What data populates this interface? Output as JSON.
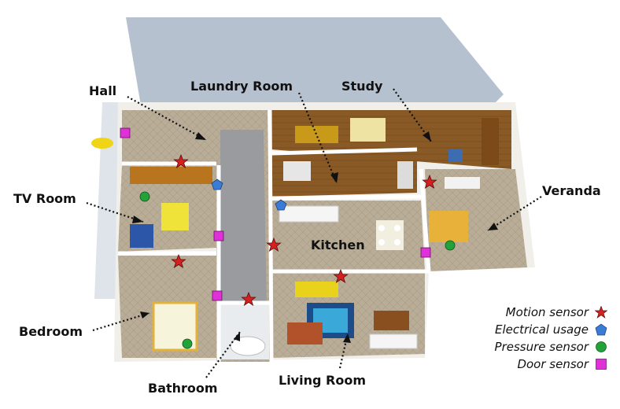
{
  "rooms": {
    "hall": "Hall",
    "laundry": "Laundry Room",
    "study": "Study",
    "tv_room": "TV Room",
    "veranda": "Veranda",
    "kitchen": "Kitchen",
    "bedroom": "Bedroom",
    "bathroom": "Bathroom",
    "living_room": "Living Room"
  },
  "legend": {
    "motion": "Motion sensor",
    "electrical": "Electrical usage",
    "pressure": "Pressure sensor",
    "door": "Door sensor"
  },
  "colors": {
    "motion": "#d62020",
    "electrical": "#3a7bd5",
    "pressure": "#22a33a",
    "door": "#e030d8"
  }
}
